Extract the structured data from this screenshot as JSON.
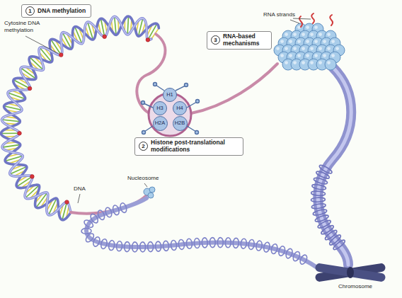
{
  "diagram": {
    "nodes": [
      {
        "text": [
          "1",
          "DNA methylation"
        ]
      },
      {
        "text": [
          "3",
          "RNA-based mechanisms"
        ]
      },
      {
        "text": [
          "H1"
        ]
      },
      {
        "text": [
          "H3"
        ]
      },
      {
        "text": [
          "H4"
        ]
      },
      {
        "text": [
          "H2A"
        ]
      },
      {
        "text": [
          "H2B"
        ]
      },
      {
        "text": [
          "2",
          "Histone post-translational modifications"
        ]
      }
    ],
    "labels": [
      "Cytosine DNA methylation",
      "RNA strands",
      "DNA",
      "Nucleosome",
      "Chromosome"
    ]
  }
}
